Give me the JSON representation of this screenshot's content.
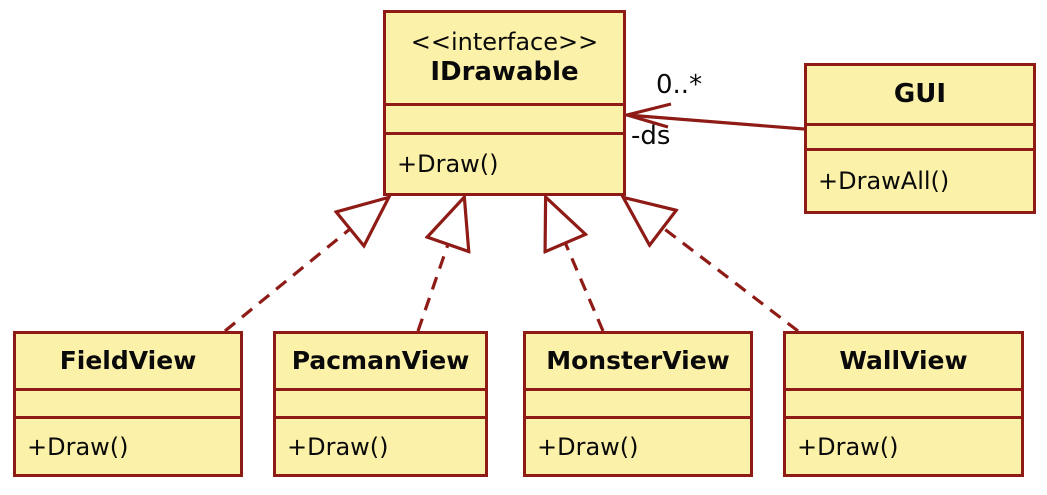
{
  "diagram": {
    "type": "uml-class-diagram",
    "colors": {
      "box_fill": "#FBF1A8",
      "line": "#8E1B15",
      "text": "#0A0A0A",
      "background": "#FFFFFF"
    },
    "classes": [
      {
        "stereotype": "<<interface>>",
        "name": "IDrawable",
        "attributes": "",
        "methods": [
          "+Draw()"
        ]
      },
      {
        "name": "GUI",
        "attributes": "",
        "methods": [
          "+DrawAll()"
        ]
      },
      {
        "name": "FieldView",
        "attributes": "",
        "methods": [
          "+Draw()"
        ]
      },
      {
        "name": "PacmanView",
        "attributes": "",
        "methods": [
          "+Draw()"
        ]
      },
      {
        "name": "MonsterView",
        "attributes": "",
        "methods": [
          "+Draw()"
        ]
      },
      {
        "name": "WallView",
        "attributes": "",
        "methods": [
          "+Draw()"
        ]
      }
    ],
    "association": {
      "from": "GUI",
      "to": "IDrawable",
      "multiplicity": "0..*",
      "role_name": "-ds"
    },
    "realizations": [
      {
        "from": "FieldView",
        "to": "IDrawable"
      },
      {
        "from": "PacmanView",
        "to": "IDrawable"
      },
      {
        "from": "MonsterView",
        "to": "IDrawable"
      },
      {
        "from": "WallView",
        "to": "IDrawable"
      }
    ]
  }
}
